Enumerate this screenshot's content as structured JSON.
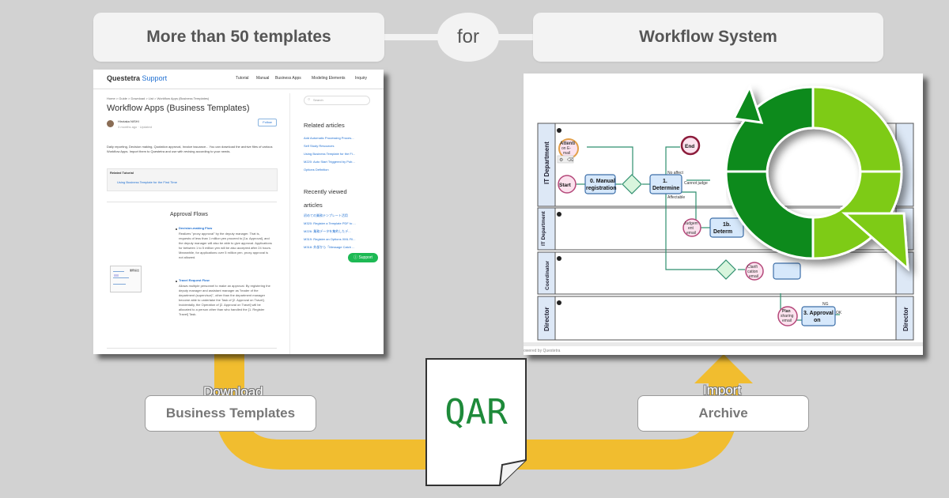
{
  "header": {
    "left_title": "More than 50 templates",
    "connector_word": "for",
    "right_title": "Workflow System"
  },
  "support_page": {
    "brand": "Questetra",
    "brand_suffix": "Support",
    "nav": [
      "Tutorial",
      "Manual",
      "Business Apps",
      "Modeling Elements",
      "Inquiry"
    ],
    "breadcrumb": "Home > Guide > Download > List > Workflow Apps (Business Templates)",
    "title": "Workflow Apps (Business Templates)",
    "author": "Hirotaka NISHI",
    "author_meta": "3 months ago · Updated",
    "follow_button": "Follow",
    "search_placeholder": "Search",
    "intro": "Daily reporting, Decision making, Quotation approval, Invoice issuance... You can download the archive files of various Workflow Apps. Import them to Questetra and use with revising according to your needs.",
    "related_tutorial_heading": "Related Tutorial",
    "related_tutorial_link": "Using Business Template for the First Time",
    "related_articles_heading": "Related articles",
    "related_articles": [
      "Add Automatic Processing Proces...",
      "Self Study Resources",
      "Using Business Template for the Fi...",
      "M220: Auto Start Triggered by Pub...",
      "Options Definition"
    ],
    "recently_viewed_heading": "Recently viewed articles",
    "recently_viewed": [
      "初めての業務テンプレート活用",
      "M320: Register a Template PDF to ...",
      "M226: 業務データを集約したデ...",
      "M319: Register an Options XML Fil...",
      "M318: 外部から「Message Catch ..."
    ],
    "section_heading": "Approval Flows",
    "flow1_title": "Decision-making Flow",
    "flow1_text": "Realizes \"proxy approval\" by the deputy manager. That is, requests of less than 1 million yen proceed to [1a. Approval], and the deputy manager will also be able to give approval. Applications for between 1 to 5 million yen will be also accepted after 24 hours. Meanwhile, for applications over 5 million yen, proxy approval is not allowed.",
    "flow2_title": "Travel Request Flow",
    "flow2_text": "Allows multiple personnel to make an approval. By registering the deputy manager and assistant manager as \"leader of the department (supervisor)\", other than the department manager become able to undertake the Task of [2. Approval on Travel]. Incidentally, the Operation of [2. Approval on Travel] will be allocated to a person other than who handled the [1. Register Travel] Task.",
    "support_button": "Support",
    "thumb_text": "業務提出"
  },
  "diagram": {
    "lanes": [
      "IT Department",
      "IT Department",
      "Coordinator",
      "Director"
    ],
    "right_lane_labels": [
      "",
      "",
      "",
      "Director"
    ],
    "tasks": {
      "start": "Start",
      "task0_l1": "0. Manual",
      "task0_l2": "registration",
      "task1_l1": "1.",
      "task1_l2": "Determine",
      "end": "End",
      "task1b_l1": "1b.",
      "task1b_l2": "Determ",
      "task3_l1": "3. Approval",
      "task3_l2": "on",
      "attention_l1": "Attenti",
      "attention_l2": "on E-",
      "attention_l3": "mail",
      "judge_l1": "Judgem",
      "judge_l2": "ent",
      "judge_l3": "email",
      "clarif_l1": "Clarifi",
      "clarif_l2": "cation",
      "clarif_l3": "email",
      "plan_l1": "Plan",
      "plan_l2": "sharing",
      "plan_l3": "email"
    },
    "edge_labels": {
      "no_affect": "No affect",
      "cannot_judge": "Cannot judge",
      "affectable": "Affectable",
      "ng": "NG",
      "ok": "OK"
    },
    "footer": "owered by Questetra",
    "logo_colors": [
      "#0a8a1a",
      "#7ecb12"
    ]
  },
  "flow_labels": {
    "download_word": "Download",
    "download_box": "Business Templates",
    "import_word": "Import",
    "import_box": "Archive",
    "file_label": "QAR"
  },
  "colors": {
    "background": "#d2d2d2",
    "pill": "#f3f3f3",
    "arrow": "#f1bd2f",
    "file_text": "#1e8a3a"
  }
}
